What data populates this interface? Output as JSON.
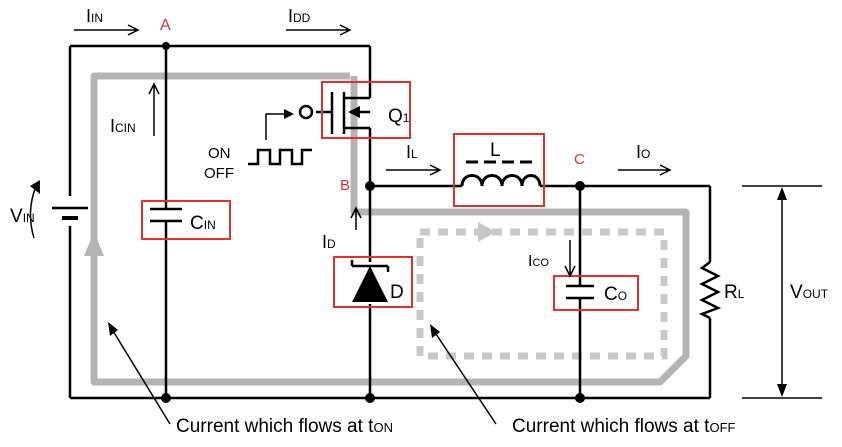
{
  "labels": {
    "i_in": "I",
    "i_in_sub": "IN",
    "i_dd": "I",
    "i_dd_sub": "DD",
    "i_cin": "I",
    "i_cin_sub": "CIN",
    "i_l": "I",
    "i_l_sub": "L",
    "i_o": "I",
    "i_o_sub": "O",
    "i_d": "I",
    "i_d_sub": "D",
    "i_co": "I",
    "i_co_sub": "CO",
    "v_in": "V",
    "v_in_sub": "IN",
    "v_out": "V",
    "v_out_sub": "OUT",
    "c_in": "C",
    "c_in_sub": "IN",
    "c_o": "C",
    "c_o_sub": "O",
    "r_l": "R",
    "r_l_sub": "L",
    "q1": "Q",
    "q1_sub": "1",
    "inductor": "L",
    "diode": "D",
    "on": "ON",
    "off": "OFF",
    "node_a": "A",
    "node_b": "B",
    "node_c": "C",
    "current_on": "Current which flows at t",
    "current_on_sub": "ON",
    "current_off": "Current which flows at t",
    "current_off_sub": "OFF"
  },
  "colors": {
    "wire": "#000000",
    "highlight": "#e03030",
    "path_on": "#b4b4b4",
    "path_off": "#c8c8c8"
  }
}
